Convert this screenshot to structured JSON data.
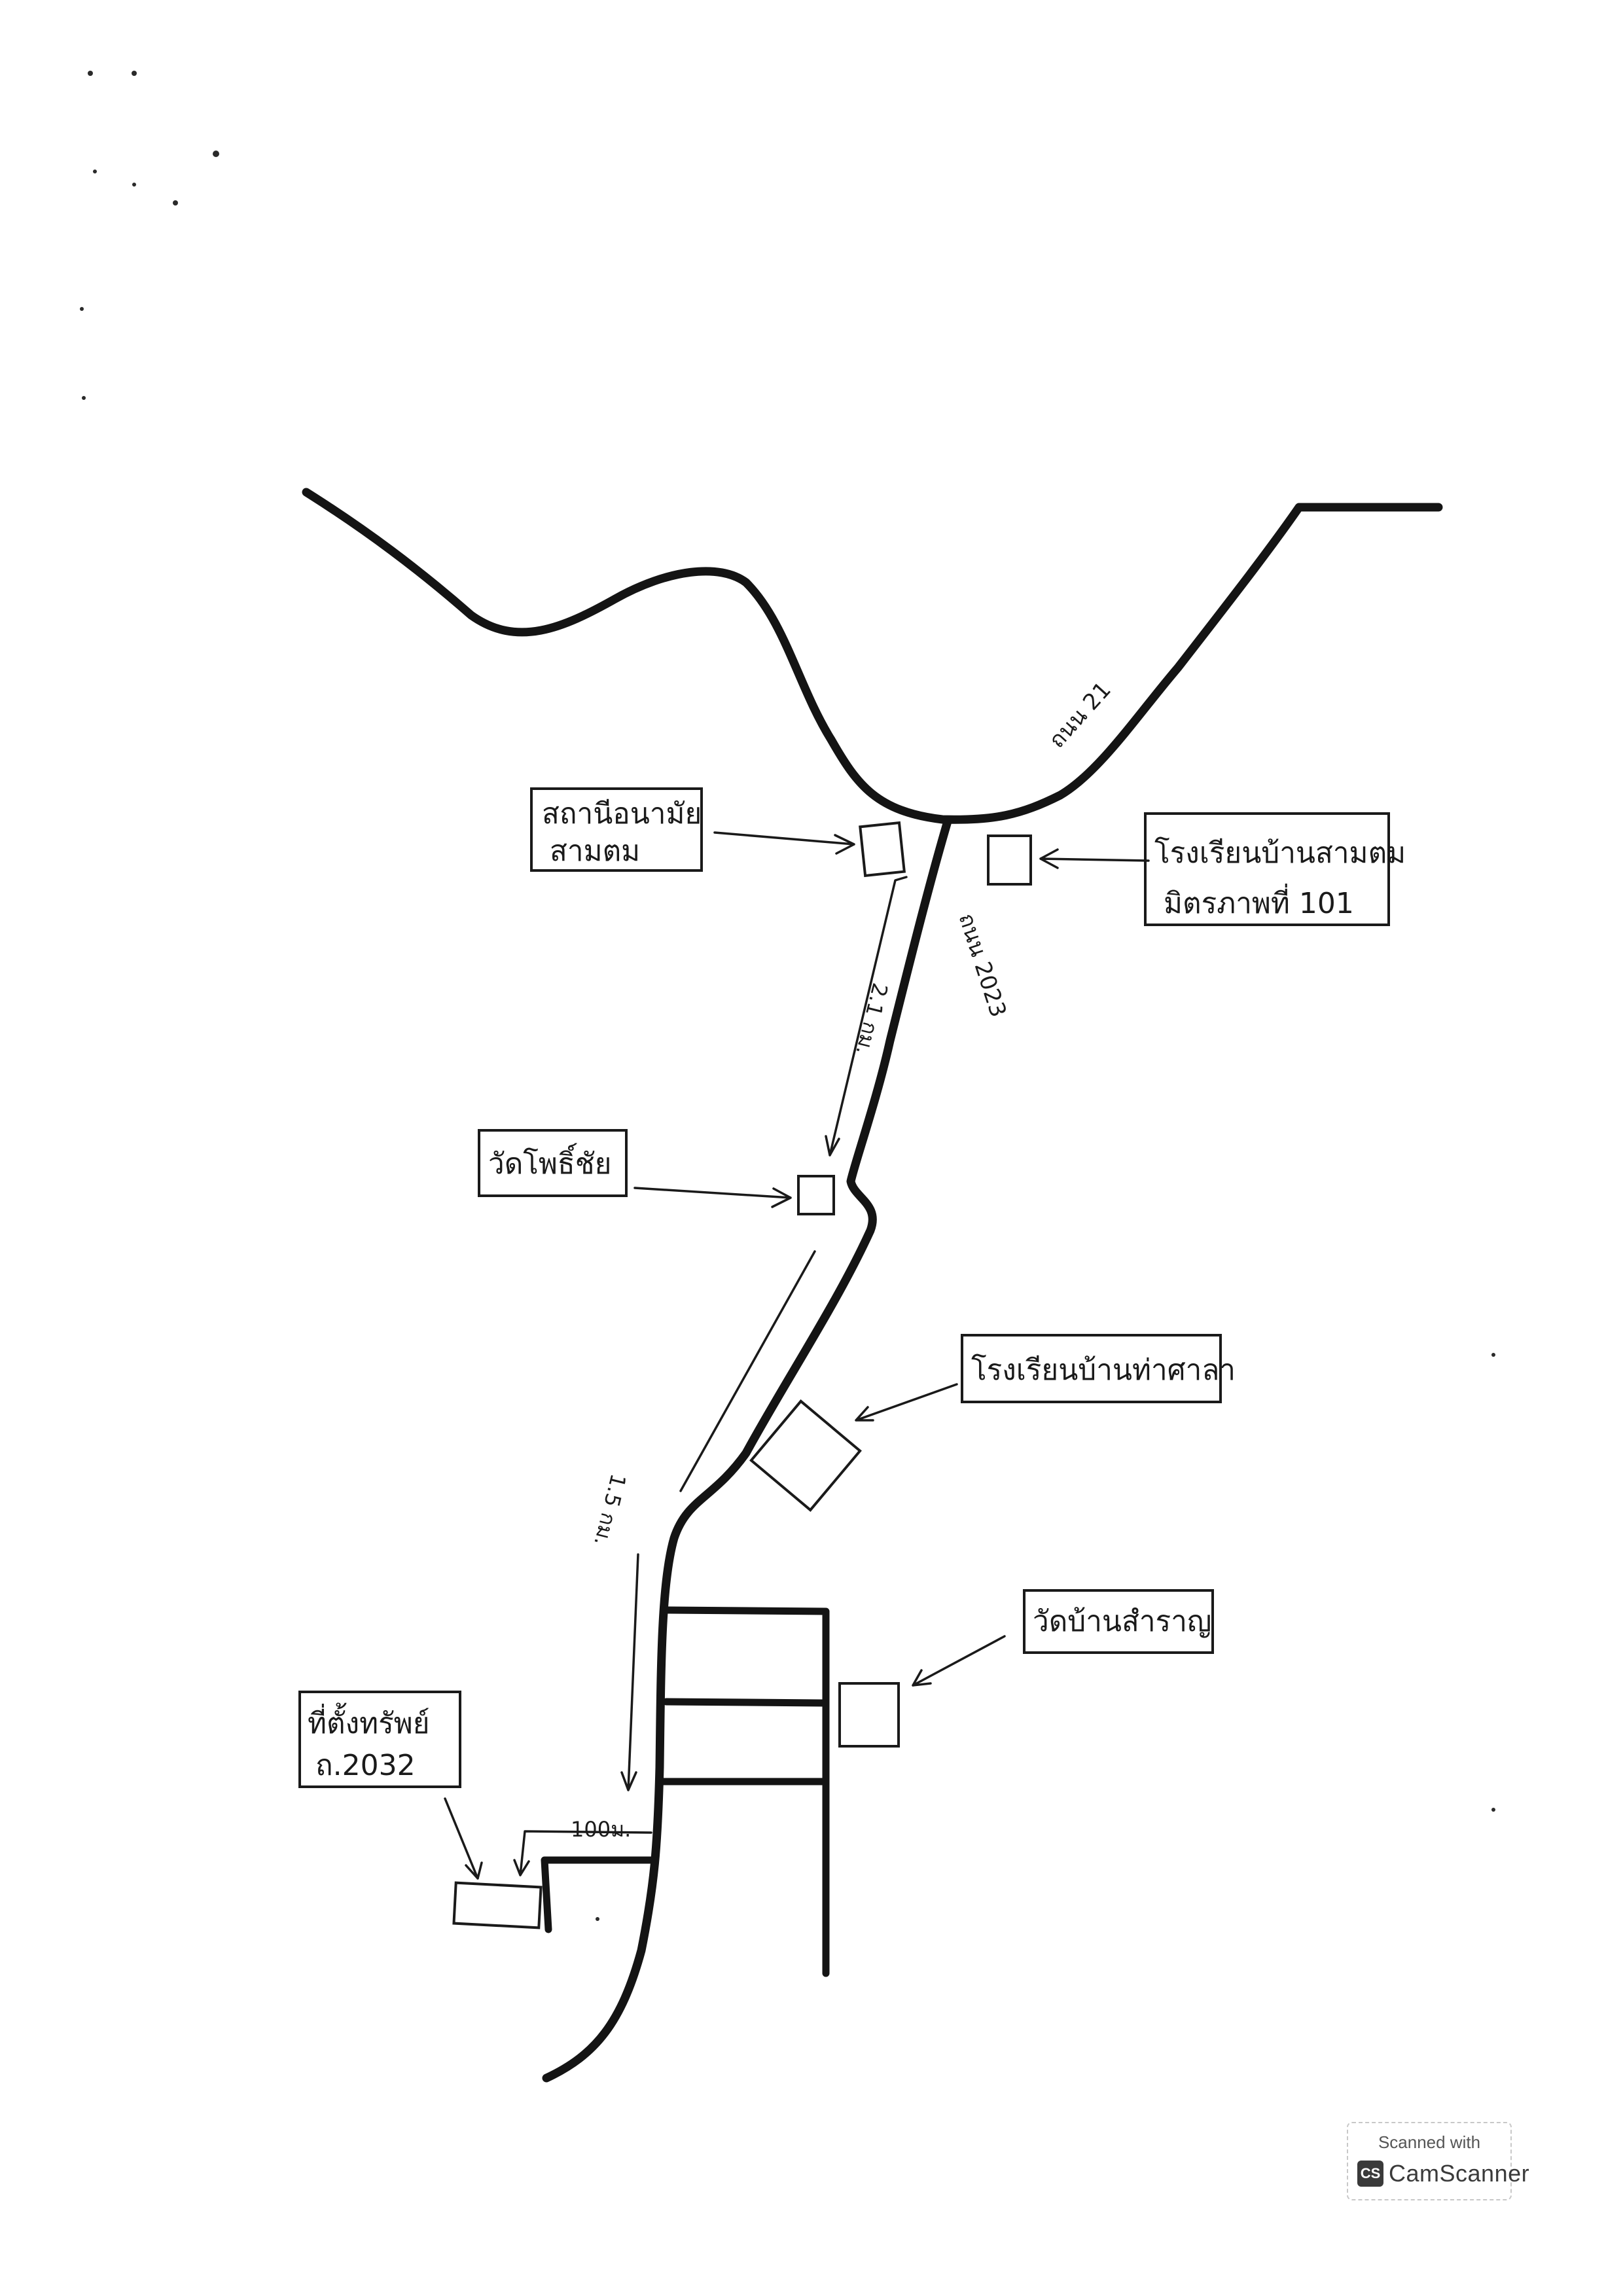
{
  "labels": {
    "health_station": [
      "สถานีอนามัย",
      "สามตม"
    ],
    "school_samtom": [
      "โรงเรียนบ้านสามตม",
      "มิตรภาพที่ 101"
    ],
    "wat_pho_chai": [
      "วัดโพธิ์ชัย"
    ],
    "school_tha_sala": [
      "โรงเรียนบ้านท่าศาลา"
    ],
    "wat_samran": [
      "วัดบ้านสำราญ"
    ],
    "office_location": [
      "ที่ตั้งทรัพย์",
      "ถ.2032"
    ]
  },
  "roads": {
    "road_21": "ถนน 21",
    "road_2023": "ถนน 2023"
  },
  "distances": {
    "seg1": "2.1 กม.",
    "seg2": "1.5 กม.",
    "seg3": "100ม."
  },
  "watermark": {
    "line1": "Scanned with",
    "logo": "CS",
    "line2": "CamScanner"
  },
  "colors": {
    "ink": "#1a1a1a",
    "paper": "#ffffff"
  }
}
